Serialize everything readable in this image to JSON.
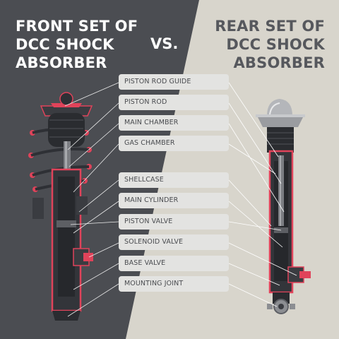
{
  "title_left": [
    "FRONT SET OF",
    "DCC SHOCK",
    "ABSORBER"
  ],
  "vs_text": "VS.",
  "title_right": [
    "REAR SET OF",
    "DCC SHOCK",
    "ABSORBER"
  ],
  "labels": [
    "PISTON ROD GUIDE",
    "PISTON ROD",
    "MAIN CHAMBER",
    "GAS CHAMBER",
    "SHELLCASE",
    "MAIN CYLINDER",
    "PISTON VALVE",
    "SOLENOID VALVE",
    "BASE VALVE",
    "MOUNTING JOINT"
  ],
  "colors": {
    "left_panel": "#4b4d52",
    "right_panel": "#d8d5cc",
    "accent_red": "#e0435a",
    "label_bg": "#e3e3e1"
  }
}
